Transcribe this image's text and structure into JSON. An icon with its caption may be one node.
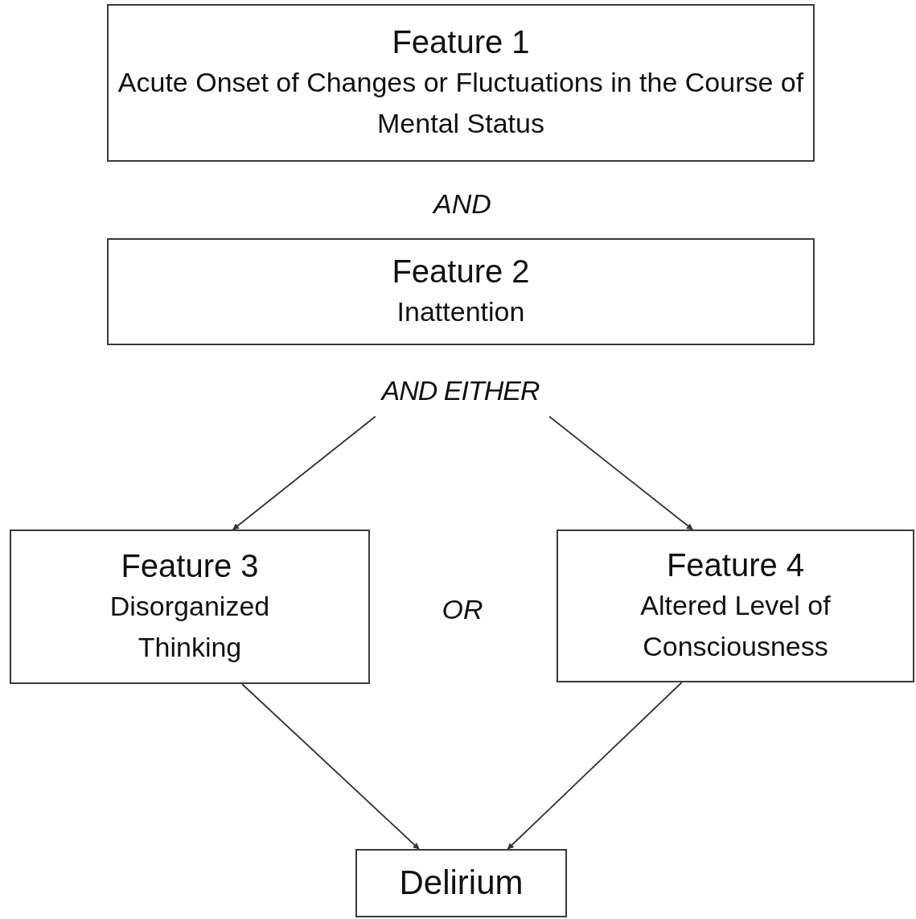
{
  "diagram": {
    "nodes": [
      {
        "text": [
          "Feature 1",
          "Acute Onset of Changes or Fluctuations in the Course of Mental Status"
        ]
      },
      {
        "text": [
          "Feature 2",
          "Inattention"
        ]
      },
      {
        "text": [
          "AND EITHER"
        ]
      },
      {
        "text": [
          "Feature 3",
          "Disorganized Thinking"
        ]
      },
      {
        "text": [
          "Feature 4",
          "Altered Level of Consciousness"
        ]
      },
      {
        "text": [
          "Delirium"
        ]
      }
    ],
    "edges": [
      {
        "from": 2,
        "to": 3,
        "arrow": "to"
      },
      {
        "from": 2,
        "to": 4,
        "arrow": "to"
      },
      {
        "from": 3,
        "to": 5,
        "arrow": "to"
      },
      {
        "from": 4,
        "to": 5,
        "arrow": "to"
      }
    ],
    "labels": [
      "AND",
      "OR"
    ]
  }
}
